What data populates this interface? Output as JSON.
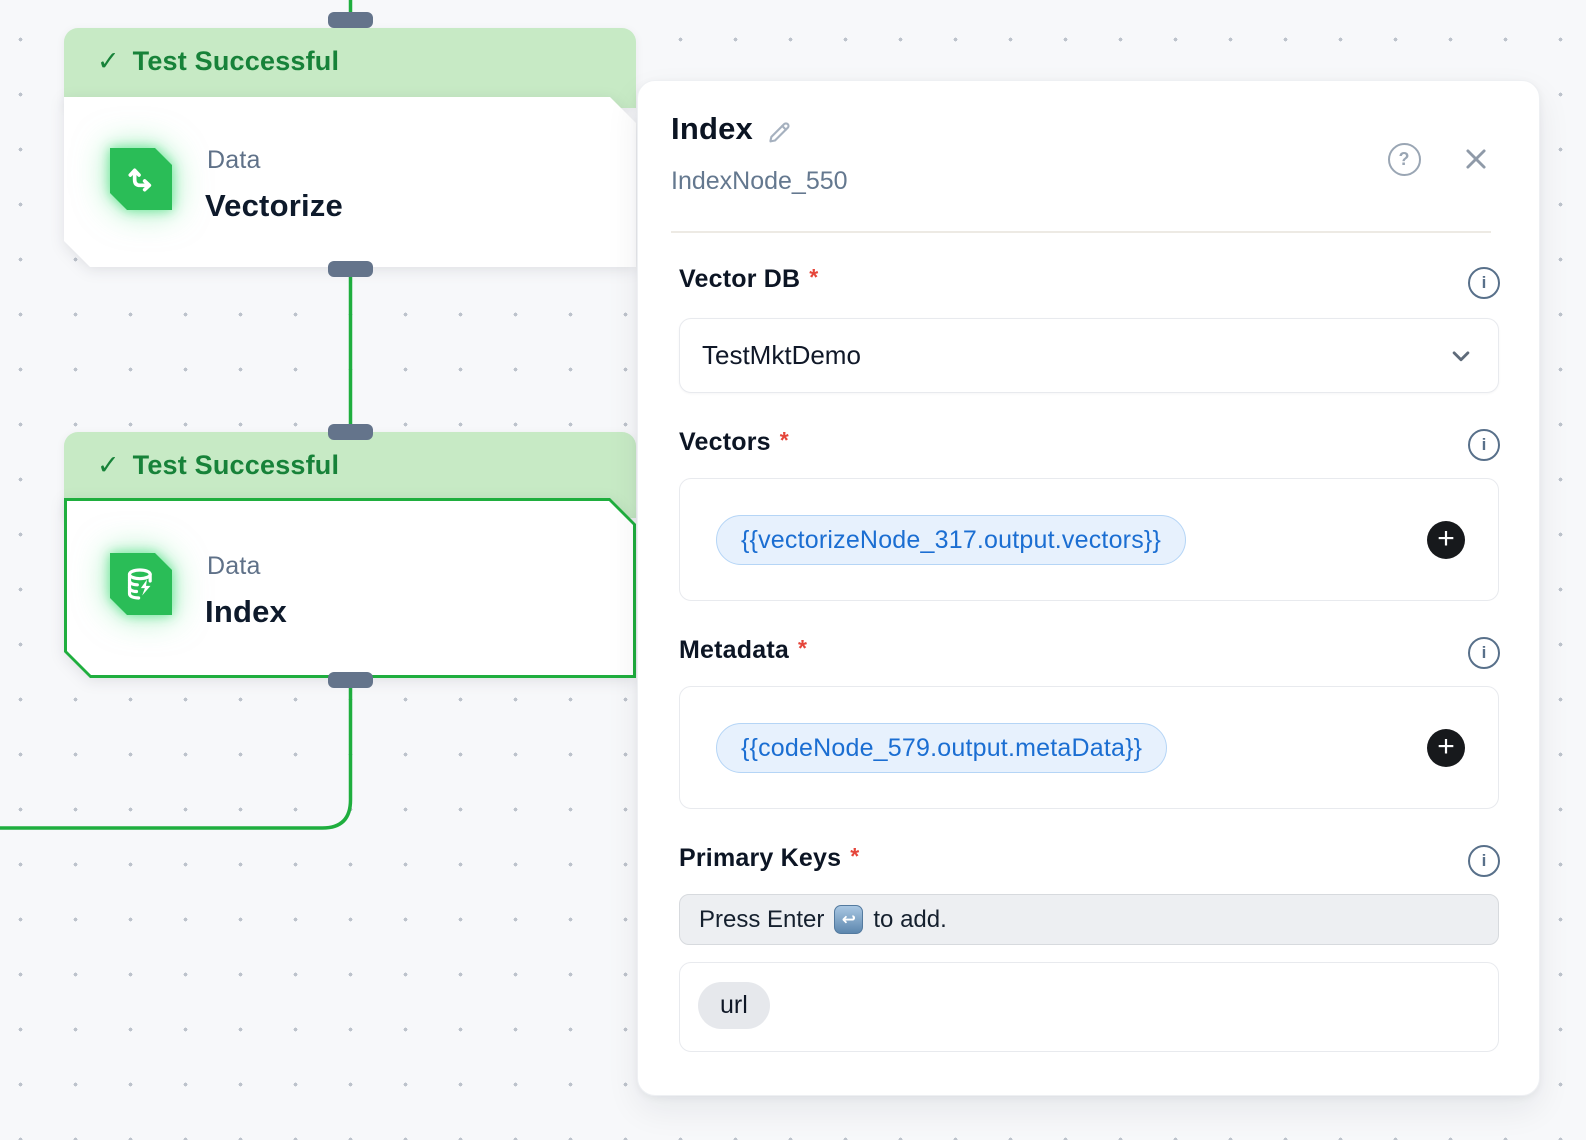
{
  "colors": {
    "edge_green": "#1fae3e",
    "banner_bg": "#c7eac5",
    "banner_text": "#178239",
    "icon_green": "#2abd57",
    "token_bg": "#e7f1fd",
    "token_text": "#1b6ed2",
    "handle_slate": "#64748b"
  },
  "canvas": {
    "nodes": [
      {
        "status_label": "Test Successful",
        "check_glyph": "✓",
        "category": "Data",
        "title": "Vectorize"
      },
      {
        "status_label": "Test Successful",
        "check_glyph": "✓",
        "category": "Data",
        "title": "Index"
      }
    ]
  },
  "panel": {
    "title": "Index",
    "subtitle": "IndexNode_550",
    "help_glyph": "?",
    "info_glyph": "i",
    "vector_db": {
      "label": "Vector DB",
      "required_mark": "*",
      "value": "TestMktDemo"
    },
    "vectors": {
      "label": "Vectors",
      "required_mark": "*",
      "token": "{{vectorizeNode_317.output.vectors}}",
      "add_glyph": "+"
    },
    "metadata": {
      "label": "Metadata",
      "required_mark": "*",
      "token": "{{codeNode_579.output.metaData}}",
      "add_glyph": "+"
    },
    "primary_keys": {
      "label": "Primary Keys",
      "required_mark": "*",
      "hint_prefix": "Press Enter",
      "enter_glyph": "↩",
      "hint_suffix": "to add.",
      "keys": [
        "url"
      ]
    }
  }
}
